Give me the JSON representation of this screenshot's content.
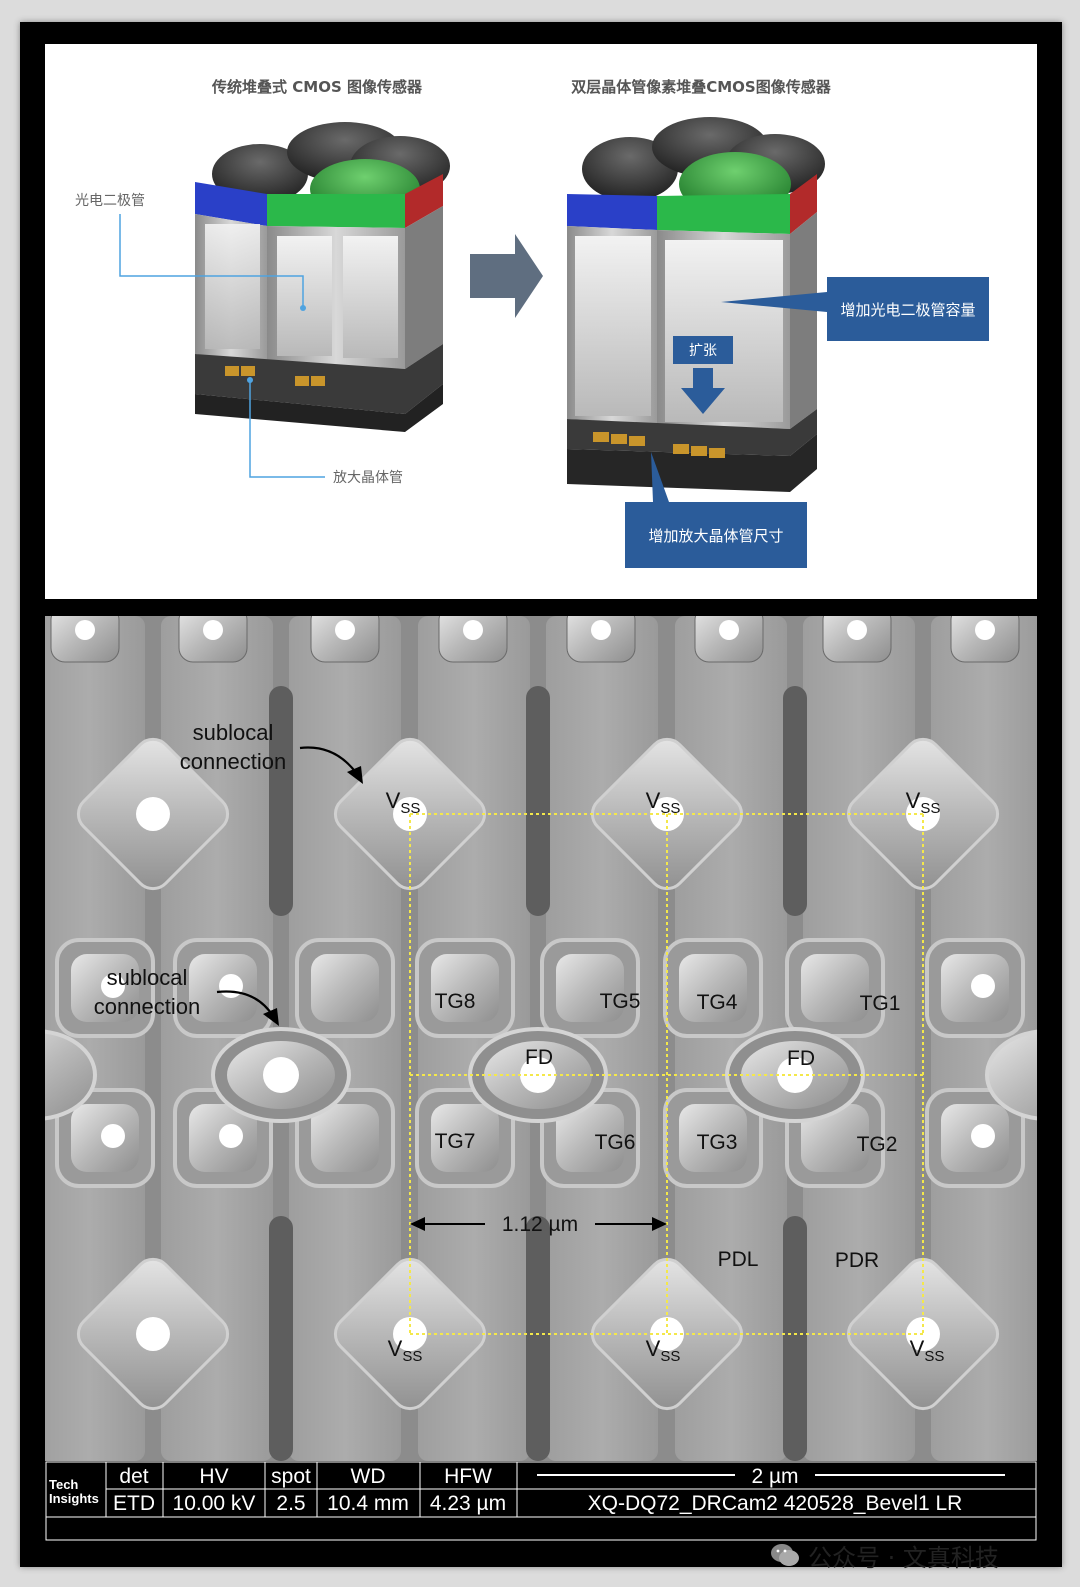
{
  "left_device": {
    "title": "传统堆叠式 CMOS 图像传感器",
    "label_photodiode": "光电二极管",
    "label_amp": "放大晶体管"
  },
  "right_device": {
    "title": "双层晶体管像素堆叠CMOS图像传感器",
    "callout_pd": "增加光电二极管容量",
    "callout_expand": "扩张",
    "callout_amp": "增加放大晶体管尺寸"
  },
  "sem": {
    "sublocal_1": [
      "sublocal",
      "connection"
    ],
    "sublocal_2": [
      "sublocal",
      "connection"
    ],
    "vss_main": "V",
    "vss_sub": "SS",
    "tg_labels": [
      "TG8",
      "TG5",
      "TG4",
      "TG1",
      "TG7",
      "TG6",
      "TG3",
      "TG2"
    ],
    "fd_label": "FD",
    "pitch": "1.12 µm",
    "pdl": "PDL",
    "pdr": "PDR"
  },
  "info_bar": {
    "logo_line1": "Tech",
    "logo_line2": "Insights",
    "headers": [
      "det",
      "HV",
      "spot",
      "WD",
      "HFW"
    ],
    "values": [
      "ETD",
      "10.00 kV",
      "2.5",
      "10.4 mm",
      "4.23 µm"
    ],
    "scale": "2 µm",
    "image_id": "XQ-DQ72_DRCam2 420528_Bevel1 LR"
  },
  "watermark": "公众号 · 文真科技",
  "colors": {
    "callout_blue": "#2b5c9a",
    "guide_line": "#4fa3e0",
    "arrow_gray": "#5f6e80",
    "yellow_dots": "#f4e84a"
  }
}
